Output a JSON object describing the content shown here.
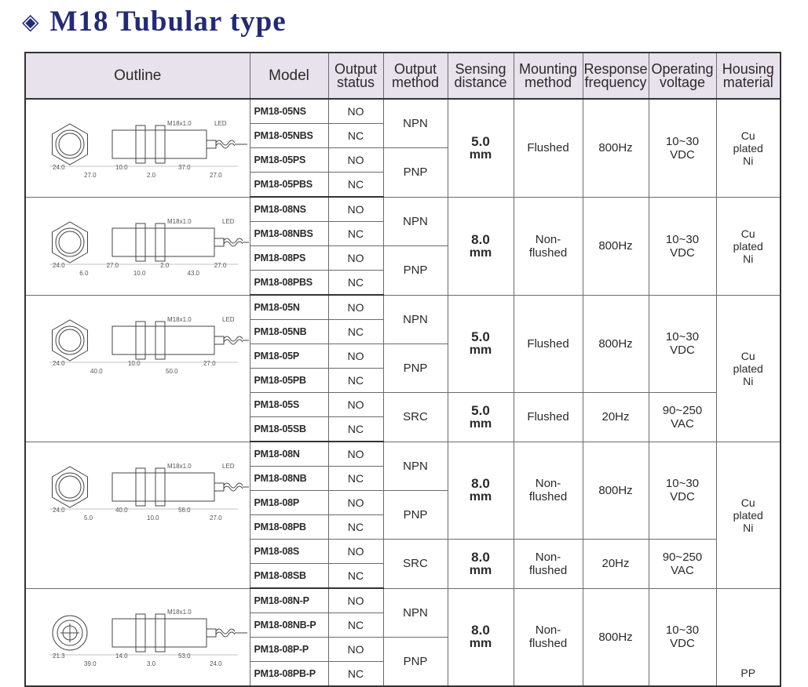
{
  "title": {
    "icon": "diamond-icon",
    "text": "M18 Tubular type"
  },
  "headers": {
    "outline": "Outline",
    "model": "Model",
    "output_status": [
      "Output",
      "status"
    ],
    "output_method": [
      "Output",
      "method"
    ],
    "sensing_distance": [
      "Sensing",
      "distance"
    ],
    "mounting_method": [
      "Mounting",
      "method"
    ],
    "response_frequency": [
      "Response",
      "frequency"
    ],
    "operating_voltage": [
      "Operating",
      "voltage"
    ],
    "housing_material": [
      "Housing",
      "material"
    ]
  },
  "groups": [
    {
      "outline": {
        "label": "M18x1.0",
        "led": "LED",
        "dims": [
          "24.0",
          "27.0",
          "10.0",
          "2.0",
          "37.0",
          "27.0"
        ]
      },
      "models": [
        {
          "model": "PM18-05NS",
          "status": "NO"
        },
        {
          "model": "PM18-05NBS",
          "status": "NC"
        },
        {
          "model": "PM18-05PS",
          "status": "NO"
        },
        {
          "model": "PM18-05PBS",
          "status": "NC"
        }
      ],
      "subs": [
        {
          "methods": [
            "NPN",
            "PNP"
          ],
          "sensing": [
            "5.0",
            "mm"
          ],
          "mounting": [
            "Flushed"
          ],
          "frequency": "800Hz",
          "voltage": [
            "10~30",
            "VDC"
          ]
        }
      ],
      "housing": [
        "Cu",
        "plated",
        "Ni"
      ]
    },
    {
      "outline": {
        "label": "M18x1.0",
        "led": "LED",
        "dims": [
          "24.0",
          "6.0",
          "27.0",
          "10.0",
          "2.0",
          "43.0",
          "27.0"
        ]
      },
      "models": [
        {
          "model": "PM18-08NS",
          "status": "NO"
        },
        {
          "model": "PM18-08NBS",
          "status": "NC"
        },
        {
          "model": "PM18-08PS",
          "status": "NO"
        },
        {
          "model": "PM18-08PBS",
          "status": "NC"
        }
      ],
      "subs": [
        {
          "methods": [
            "NPN",
            "PNP"
          ],
          "sensing": [
            "8.0",
            "mm"
          ],
          "mounting": [
            "Non-",
            "flushed"
          ],
          "frequency": "800Hz",
          "voltage": [
            "10~30",
            "VDC"
          ]
        }
      ],
      "housing": [
        "Cu",
        "plated",
        "Ni"
      ]
    },
    {
      "outline": {
        "label": "M18x1.0",
        "led": "LED",
        "dims": [
          "24.0",
          "40.0",
          "10.0",
          "50.0",
          "27.0"
        ]
      },
      "models": [
        {
          "model": "PM18-05N",
          "status": "NO"
        },
        {
          "model": "PM18-05NB",
          "status": "NC"
        },
        {
          "model": "PM18-05P",
          "status": "NO"
        },
        {
          "model": "PM18-05PB",
          "status": "NC"
        },
        {
          "model": "PM18-05S",
          "status": "NO"
        },
        {
          "model": "PM18-05SB",
          "status": "NC"
        }
      ],
      "subs": [
        {
          "methods": [
            "NPN",
            "PNP"
          ],
          "sensing": [
            "5.0",
            "mm"
          ],
          "mounting": [
            "Flushed"
          ],
          "frequency": "800Hz",
          "voltage": [
            "10~30",
            "VDC"
          ]
        },
        {
          "methods": [
            "SRC"
          ],
          "sensing": [
            "5.0",
            "mm"
          ],
          "mounting": [
            "Flushed"
          ],
          "frequency": "20Hz",
          "voltage": [
            "90~250",
            "VAC"
          ]
        }
      ],
      "housing": [
        "Cu",
        "plated",
        "Ni"
      ]
    },
    {
      "outline": {
        "label": "M18x1.0",
        "led": "LED",
        "dims": [
          "24.0",
          "5.0",
          "40.0",
          "10.0",
          "56.0",
          "27.0"
        ]
      },
      "models": [
        {
          "model": "PM18-08N",
          "status": "NO"
        },
        {
          "model": "PM18-08NB",
          "status": "NC"
        },
        {
          "model": "PM18-08P",
          "status": "NO"
        },
        {
          "model": "PM18-08PB",
          "status": "NC"
        },
        {
          "model": "PM18-08S",
          "status": "NO"
        },
        {
          "model": "PM18-08SB",
          "status": "NC"
        }
      ],
      "subs": [
        {
          "methods": [
            "NPN",
            "PNP"
          ],
          "sensing": [
            "8.0",
            "mm"
          ],
          "mounting": [
            "Non-",
            "flushed"
          ],
          "frequency": "800Hz",
          "voltage": [
            "10~30",
            "VDC"
          ]
        },
        {
          "methods": [
            "SRC"
          ],
          "sensing": [
            "8.0",
            "mm"
          ],
          "mounting": [
            "Non-",
            "flushed"
          ],
          "frequency": "20Hz",
          "voltage": [
            "90~250",
            "VAC"
          ]
        }
      ],
      "housing": [
        "Cu",
        "plated",
        "Ni"
      ]
    },
    {
      "outline": {
        "label": "M18x1.0",
        "led": "",
        "dims": [
          "21.3",
          "39.0",
          "14.0",
          "3.0",
          "53.0",
          "24.0"
        ]
      },
      "models": [
        {
          "model": "PM18-08N-P",
          "status": "NO"
        },
        {
          "model": "PM18-08NB-P",
          "status": "NC"
        },
        {
          "model": "PM18-08P-P",
          "status": "NO"
        },
        {
          "model": "PM18-08PB-P",
          "status": "NC"
        }
      ],
      "subs": [
        {
          "methods": [
            "NPN",
            "PNP"
          ],
          "sensing": [
            "8.0",
            "mm"
          ],
          "mounting": [
            "Non-",
            "flushed"
          ],
          "frequency": "800Hz",
          "voltage": [
            "10~30",
            "VDC"
          ]
        }
      ],
      "housing": [
        "PP"
      ]
    }
  ]
}
